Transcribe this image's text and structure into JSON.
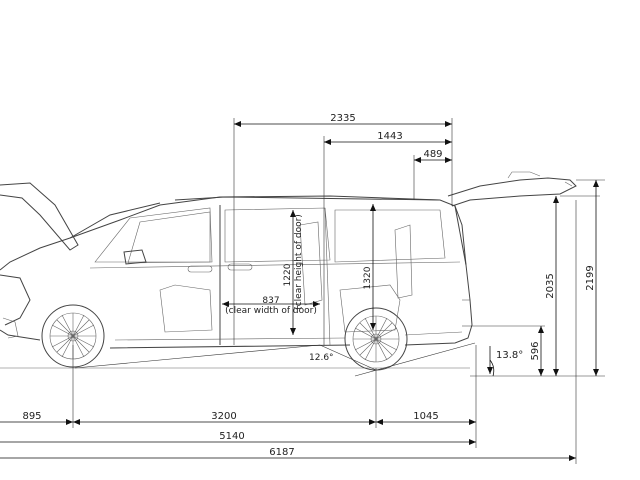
{
  "dimensions": {
    "d2335": "2335",
    "d1443": "1443",
    "d489": "489",
    "d2035": "2035",
    "d2199": "2199",
    "d596": "596",
    "angle_rear": "13.8°",
    "angle_ramp": "12.6°",
    "d1220": "1220",
    "d1220_note": "(clear height of door)",
    "d1320": "1320",
    "d837": "837",
    "d837_note": "(clear width of door)",
    "d895": "895",
    "d3200": "3200",
    "d1045": "1045",
    "d5140": "5140",
    "d6187": "6187"
  }
}
